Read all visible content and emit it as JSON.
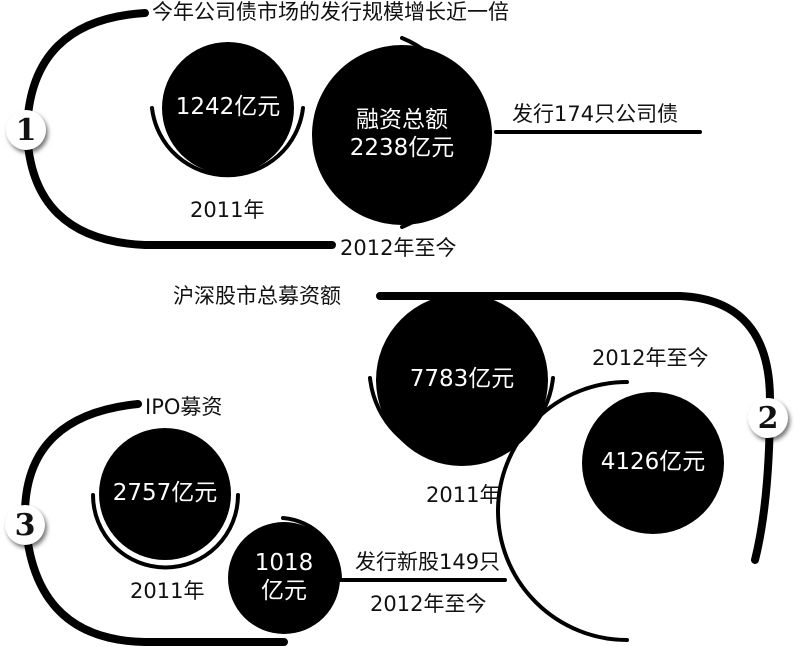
{
  "section1": {
    "badge": "1",
    "title": "今年公司债市场的发行规模增长近一倍",
    "circle_2011": {
      "value": "1242亿元",
      "year": "2011年"
    },
    "circle_2012": {
      "line1": "融资总额",
      "line2": "2238亿元",
      "year": "2012年至今"
    },
    "note": "发行174只公司债"
  },
  "section2": {
    "badge": "2",
    "title": "沪深股市总募资额",
    "circle_2011": {
      "value": "7783亿元",
      "year": "2011年"
    },
    "circle_2012": {
      "value": "4126亿元",
      "year": "2012年至今"
    }
  },
  "section3": {
    "badge": "3",
    "title": "IPO募资",
    "circle_2011": {
      "value": "2757亿元",
      "year": "2011年"
    },
    "circle_2012": {
      "line1": "1018",
      "line2": "亿元",
      "year": "2012年至今"
    },
    "note": "发行新股149只"
  },
  "colors": {
    "ink": "#000000",
    "background": "#ffffff"
  }
}
